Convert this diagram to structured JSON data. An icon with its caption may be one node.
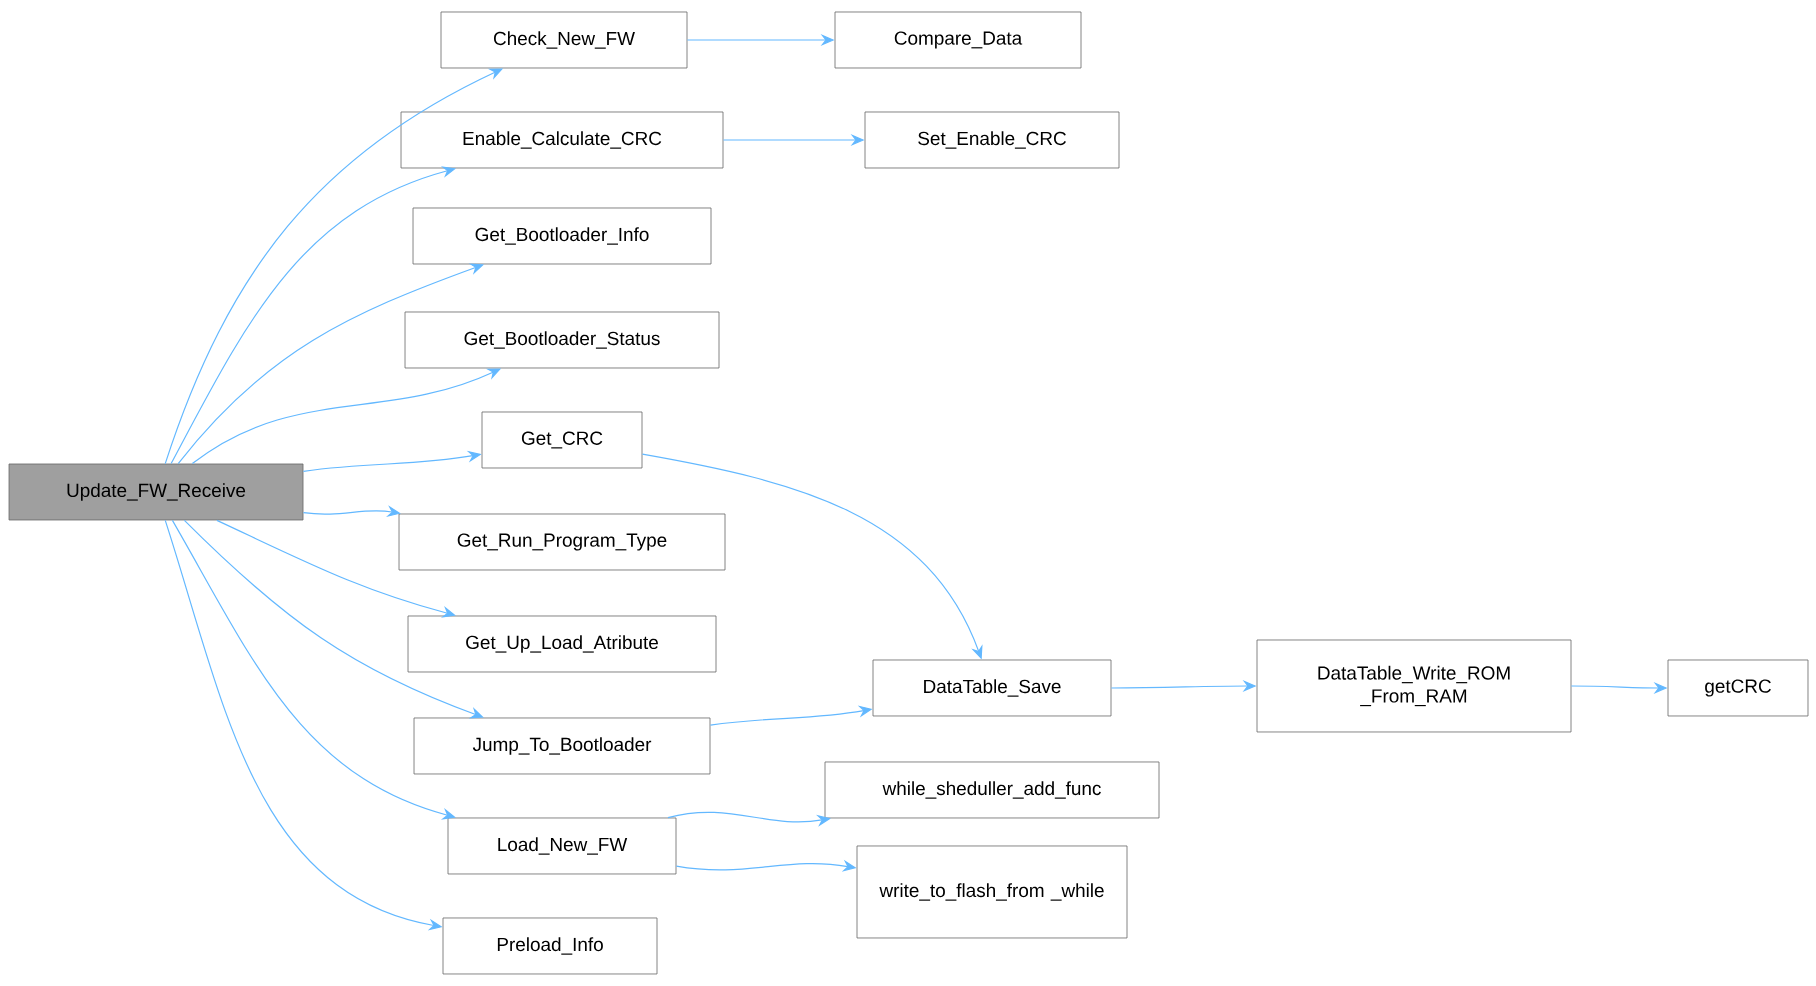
{
  "diagram": {
    "nodes": [
      {
        "text": [
          "Update_FW_Receive"
        ]
      },
      {
        "text": [
          "Check_New_FW"
        ]
      },
      {
        "text": [
          "Compare_Data"
        ]
      },
      {
        "text": [
          "Enable_Calculate_CRC"
        ]
      },
      {
        "text": [
          "Set_Enable_CRC"
        ]
      },
      {
        "text": [
          "Get_Bootloader_Info"
        ]
      },
      {
        "text": [
          "Get_Bootloader_Status"
        ]
      },
      {
        "text": [
          "Get_CRC"
        ]
      },
      {
        "text": [
          "Get_Run_Program_Type"
        ]
      },
      {
        "text": [
          "Get_Up_Load_Atribute"
        ]
      },
      {
        "text": [
          "DataTable_Save"
        ]
      },
      {
        "text": [
          "DataTable_Write_ROM _From_RAM"
        ]
      },
      {
        "text": [
          "getCRC"
        ]
      },
      {
        "text": [
          "Jump_To_Bootloader"
        ]
      },
      {
        "text": [
          "Load_New_FW"
        ]
      },
      {
        "text": [
          "while_sheduller_add_func"
        ]
      },
      {
        "text": [
          "write_to_flash_from _while"
        ]
      },
      {
        "text": [
          "Preload_Info"
        ]
      }
    ],
    "edges": [
      {
        "from": 0,
        "to": 1,
        "arrow": "to"
      },
      {
        "from": 1,
        "to": 2,
        "arrow": "to"
      },
      {
        "from": 0,
        "to": 3,
        "arrow": "to"
      },
      {
        "from": 3,
        "to": 4,
        "arrow": "to"
      },
      {
        "from": 0,
        "to": 5,
        "arrow": "to"
      },
      {
        "from": 0,
        "to": 6,
        "arrow": "to"
      },
      {
        "from": 0,
        "to": 7,
        "arrow": "to"
      },
      {
        "from": 7,
        "to": 10,
        "arrow": "to"
      },
      {
        "from": 0,
        "to": 8,
        "arrow": "to"
      },
      {
        "from": 0,
        "to": 9,
        "arrow": "to"
      },
      {
        "from": 0,
        "to": 13,
        "arrow": "to"
      },
      {
        "from": 13,
        "to": 10,
        "arrow": "to"
      },
      {
        "from": 10,
        "to": 11,
        "arrow": "to"
      },
      {
        "from": 11,
        "to": 12,
        "arrow": "to"
      },
      {
        "from": 0,
        "to": 14,
        "arrow": "to"
      },
      {
        "from": 14,
        "to": 15,
        "arrow": "to"
      },
      {
        "from": 14,
        "to": 16,
        "arrow": "to"
      },
      {
        "from": 0,
        "to": 17,
        "arrow": "to"
      }
    ]
  }
}
